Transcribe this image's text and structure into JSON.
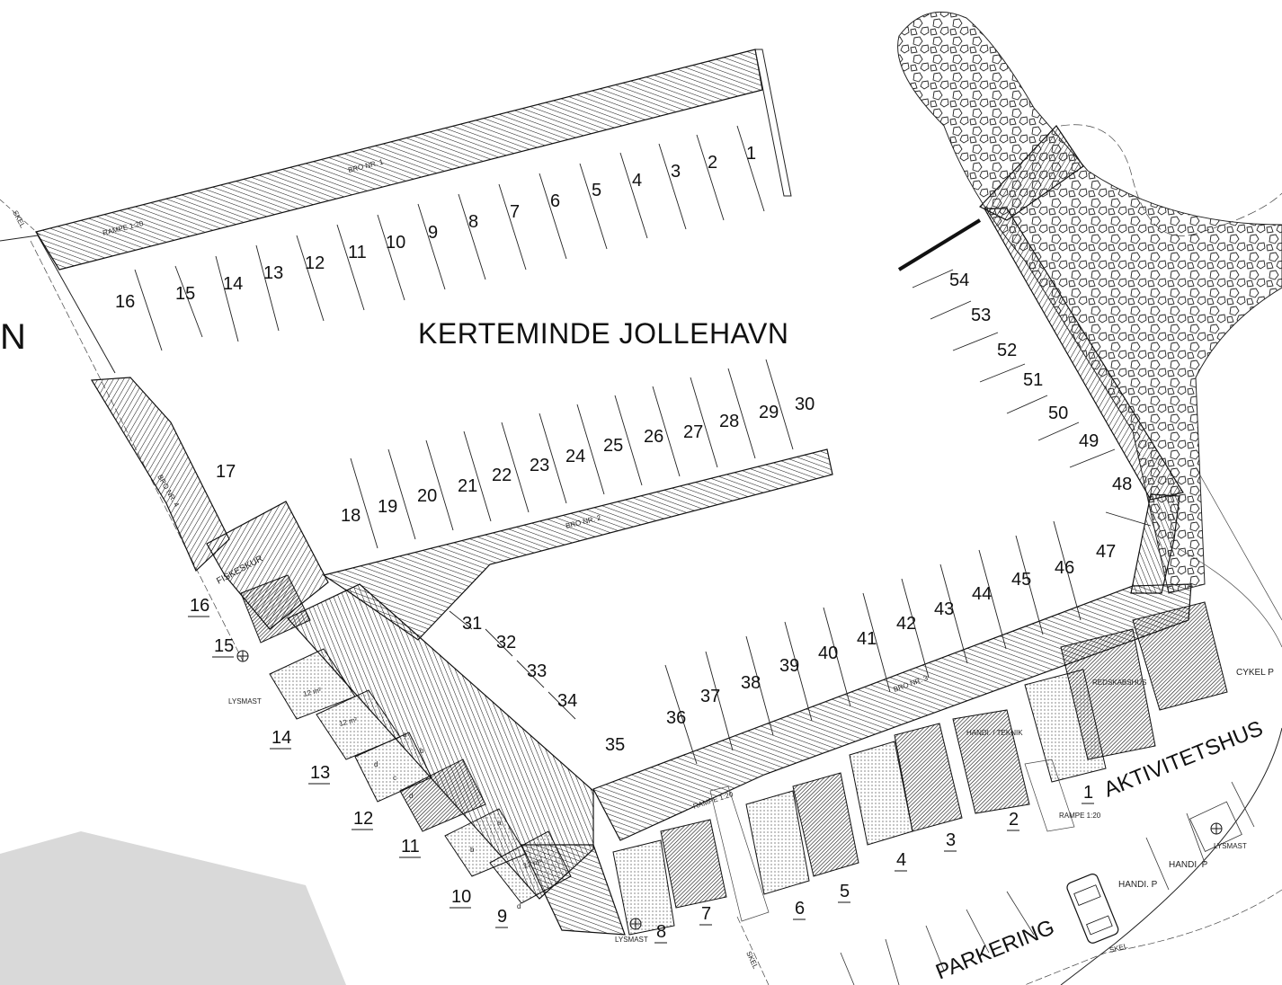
{
  "title": "KERTEMINDE JOLLEHAVN",
  "left_edge_letter": "N",
  "pier_labels": {
    "bro1": "BRO NR. 1",
    "bro2": "BRO NR. 2",
    "bro3": "BRO NR. 3",
    "bro4": "BRO NR. 4"
  },
  "ramp_label": "RAMPE 1:20",
  "skel_label": "SKEL",
  "fiskeskur_label": "FISKESKUR",
  "lysmast_label": "LYSMAST",
  "area_12m2": "12 m²",
  "small_letters": {
    "a": "a",
    "b": "b",
    "c": "c",
    "d": "d"
  },
  "aktivitetshus": "AKTIVITETSHUS",
  "parkering": "PARKERING",
  "cykel_p": "CYKEL P",
  "handi_p": "HANDI. P",
  "handicap_teknik": "HANDI. / TEKNIK",
  "redskabshus": "REDSKABSHUS",
  "slips": [
    "1",
    "2",
    "3",
    "4",
    "5",
    "6",
    "7",
    "8",
    "9",
    "10",
    "11",
    "12",
    "13",
    "14",
    "15",
    "16",
    "17",
    "18",
    "19",
    "20",
    "21",
    "22",
    "23",
    "24",
    "25",
    "26",
    "27",
    "28",
    "29",
    "30",
    "31",
    "32",
    "33",
    "34",
    "35",
    "36",
    "37",
    "38",
    "39",
    "40",
    "41",
    "42",
    "43",
    "44",
    "45",
    "46",
    "47",
    "48",
    "49",
    "50",
    "51",
    "52",
    "53",
    "54"
  ],
  "buildings": [
    "1",
    "2",
    "3",
    "4",
    "5",
    "6",
    "7",
    "8",
    "9",
    "10",
    "11",
    "12",
    "13",
    "14",
    "15",
    "16"
  ],
  "colors": {
    "ink": "#111111",
    "sea": "#d9d9d9",
    "paper": "#ffffff"
  },
  "icons": [
    "lysmast-icon",
    "car-icon",
    "tree-cluster-icon"
  ]
}
